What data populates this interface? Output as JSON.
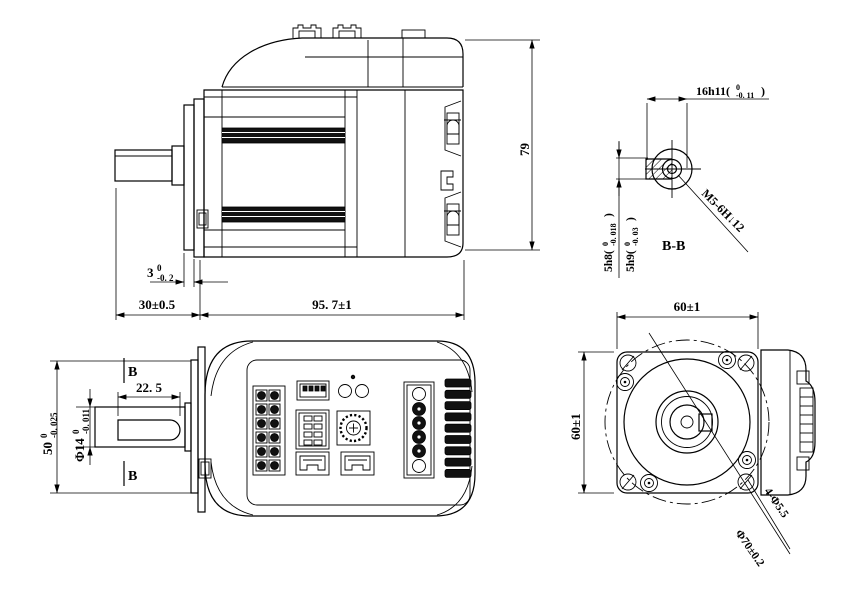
{
  "page": {
    "type": "engineering-drawing",
    "colors": {
      "line": "#000000",
      "background": "#ffffff",
      "dark_fill": "#111111"
    }
  },
  "views": {
    "side": {
      "dims": {
        "boss": {
          "nominal": "3",
          "upper": "0",
          "lower": "-0. 2"
        },
        "shaft_length": "30±0.5",
        "body_length": "95. 7±1",
        "height": "79"
      }
    },
    "section": {
      "title": "B-B",
      "dims": {
        "flat": {
          "prefix": "16h11(",
          "upper": "0",
          "lower": "-0. 11",
          "close": ")"
        },
        "key_h8": {
          "prefix": "5h8(",
          "upper": "0",
          "lower": "-0. 018",
          "close": ")"
        },
        "key_h9": {
          "prefix": "5h9(",
          "upper": "0",
          "lower": "-0. 03",
          "close": ")"
        },
        "tapped_hole": "M5-6H↓12"
      }
    },
    "front": {
      "section_mark_top": "B",
      "section_mark_bottom": "B",
      "dims": {
        "key_length": "22. 5",
        "shaft_dia": {
          "nominal": "Φ14",
          "upper": "0",
          "lower": "-0. 011"
        },
        "pilot_dia": {
          "nominal": "50",
          "upper": "0",
          "lower": "-0. 025"
        }
      }
    },
    "flange": {
      "dims": {
        "width": "60±1",
        "height": "60±1",
        "mount_holes": "4-Φ5.5",
        "bolt_circle": "Φ70±0.2"
      }
    }
  }
}
